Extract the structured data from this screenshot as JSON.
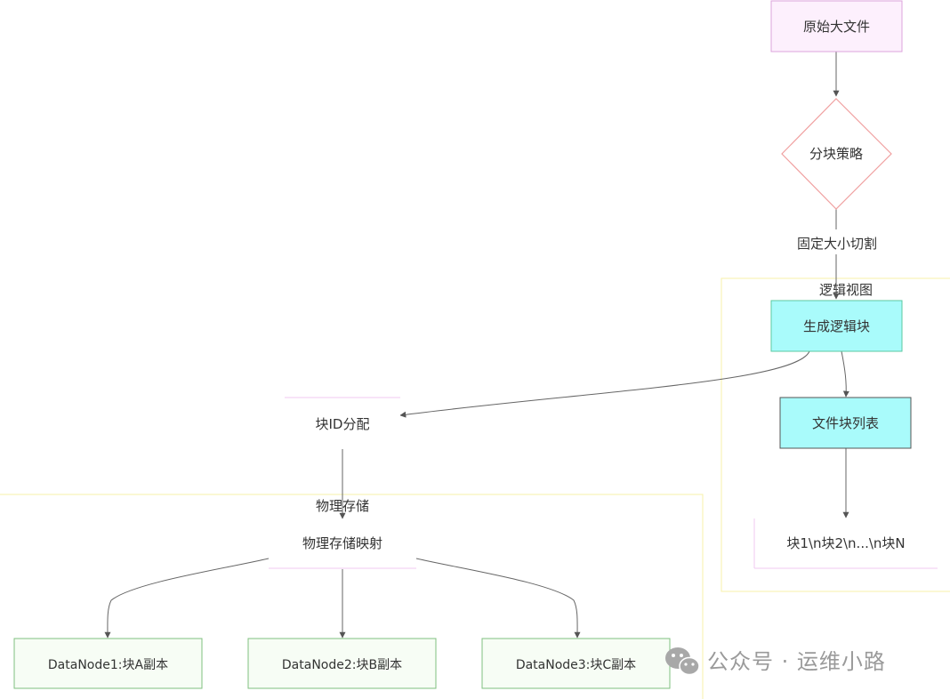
{
  "clusters": {
    "logical": {
      "title": "逻辑视图"
    },
    "physical": {
      "title": "物理存储"
    }
  },
  "nodes": {
    "original_file": "原始大文件",
    "split_strategy": "分块策略",
    "gen_logical_blocks": "生成逻辑块",
    "block_id_alloc": "块ID分配",
    "file_block_list": "文件块列表",
    "block_sequence": "块1\\n块2\\n...\\n块N",
    "physical_mapping": "物理存储映射",
    "datanode1": "DataNode1:块A副本",
    "datanode2": "DataNode2:块B副本",
    "datanode3": "DataNode3:块C副本"
  },
  "edges": {
    "split_label": "固定大小切割"
  },
  "watermark": {
    "text": "公众号 · 运维小路",
    "icon": "wechat-icon"
  },
  "colors": {
    "purple_fill": "#fdf0fd",
    "purple_stroke": "#dca3dc",
    "diamond_stroke": "#f0a0a0",
    "cyan_fill": "#a9fbfb",
    "cyan_stroke": "#5ac8a0",
    "cyan_stroke_dark": "#555555",
    "green_fill": "#f7fdf5",
    "green_stroke": "#7fc07f",
    "cluster_stroke": "#f5f0a0",
    "edge": "#666666"
  }
}
